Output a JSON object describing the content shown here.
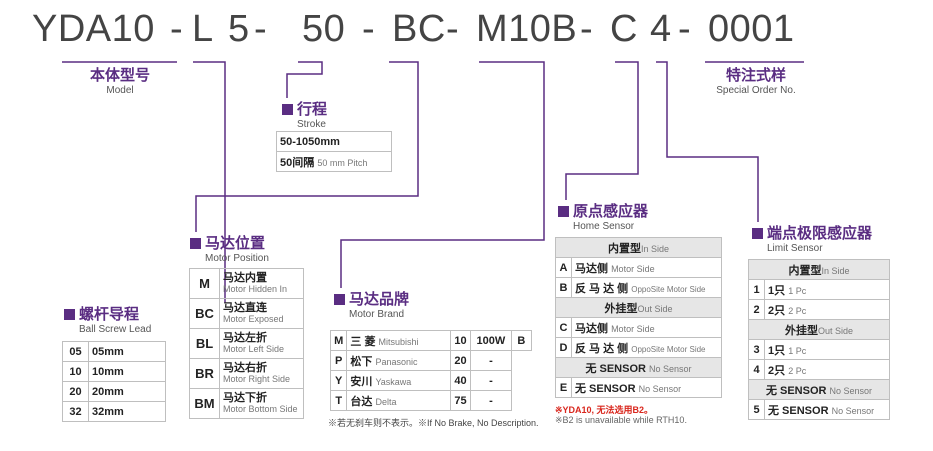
{
  "model_code": {
    "parts": [
      "YDA10",
      "-",
      "L",
      "5",
      "-",
      "50",
      "-",
      "BC",
      "-",
      "M10B",
      "-",
      "C",
      "4",
      "-",
      "0001"
    ]
  },
  "model": {
    "title_cn": "本体型号",
    "title_en": "Model"
  },
  "special": {
    "title_cn": "特注式样",
    "title_en": "Special Order No."
  },
  "stroke": {
    "title_cn": "行程",
    "title_en": "Stroke",
    "rows": [
      {
        "main": "50-1050mm",
        "sub": ""
      },
      {
        "main": "50间隔",
        "sub": "50 mm Pitch"
      }
    ]
  },
  "lead": {
    "title_cn": "螺杆导程",
    "title_en": "Ball Screw Lead",
    "rows": [
      {
        "code": "05",
        "value": "05mm"
      },
      {
        "code": "10",
        "value": "10mm"
      },
      {
        "code": "20",
        "value": "20mm"
      },
      {
        "code": "32",
        "value": "32mm"
      }
    ]
  },
  "motor_position": {
    "title_cn": "马达位置",
    "title_en": "Motor Position",
    "rows": [
      {
        "code": "M",
        "cn": "马达内置",
        "en": "Motor Hidden In"
      },
      {
        "code": "BC",
        "cn": "马达直连",
        "en": "Motor Exposed"
      },
      {
        "code": "BL",
        "cn": "马达左折",
        "en": "Motor Left Side"
      },
      {
        "code": "BR",
        "cn": "马达右折",
        "en": "Motor Right Side"
      },
      {
        "code": "BM",
        "cn": "马达下折",
        "en": "Motor Bottom Side"
      }
    ]
  },
  "motor_brand": {
    "title_cn": "马达品牌",
    "title_en": "Motor Brand",
    "rows": [
      {
        "code": "M",
        "cn": "三 菱",
        "en": "Mitsubishi",
        "num": "10",
        "power": "100W",
        "brake": "B"
      },
      {
        "code": "P",
        "cn": "松下",
        "en": "Panasonic",
        "num": "20",
        "power": "-",
        "brake": ""
      },
      {
        "code": "Y",
        "cn": "安川",
        "en": "Yaskawa",
        "num": "40",
        "power": "-",
        "brake": ""
      },
      {
        "code": "T",
        "cn": "台达",
        "en": "Delta",
        "num": "75",
        "power": "-",
        "brake": ""
      }
    ],
    "note": "※若无刹车则不表示。※If No Brake, No Description."
  },
  "home_sensor": {
    "title_cn": "原点感应器",
    "title_en": "Home Sensor",
    "group1_cn": "内置型",
    "group1_en": "In Side",
    "group2_cn": "外挂型",
    "group2_en": "Out Side",
    "rows1": [
      {
        "code": "A",
        "cn": "马达侧",
        "en": "Motor Side"
      },
      {
        "code": "B",
        "cn": "反 马 达 侧",
        "en": "OppoSite Motor Side"
      }
    ],
    "rows2": [
      {
        "code": "C",
        "cn": "马达侧",
        "en": "Motor Side"
      },
      {
        "code": "D",
        "cn": "反 马 达 侧",
        "en": "OppoSite Motor Side"
      }
    ],
    "none_row": {
      "cn": "无 SENSOR",
      "en": "No Sensor"
    },
    "e_row": {
      "code": "E",
      "cn": "无 SENSOR",
      "en": "No Sensor"
    },
    "note_red": "※YDA10, 无法选用B2。",
    "note_en": "※B2 is unavailable while RTH10."
  },
  "limit_sensor": {
    "title_cn": "端点极限感应器",
    "title_en": "Limit Sensor",
    "group1_cn": "内置型",
    "group1_en": "In Side",
    "group2_cn": "外挂型",
    "group2_en": "Out Side",
    "rows1": [
      {
        "code": "1",
        "cn": "1只",
        "en": "1 Pc"
      },
      {
        "code": "2",
        "cn": "2只",
        "en": "2 Pc"
      }
    ],
    "rows2": [
      {
        "code": "3",
        "cn": "1只",
        "en": "1 Pc"
      },
      {
        "code": "4",
        "cn": "2只",
        "en": "2 Pc"
      }
    ],
    "none_row": {
      "cn": "无 SENSOR",
      "en": "No Sensor"
    },
    "five_row": {
      "code": "5",
      "cn": "无 SENSOR",
      "en": "No Sensor"
    }
  },
  "colors": {
    "accent": "#5a2d82",
    "line": "#5a2d82",
    "note_red": "#d9261c",
    "header_bg": "#e6e6e6"
  }
}
